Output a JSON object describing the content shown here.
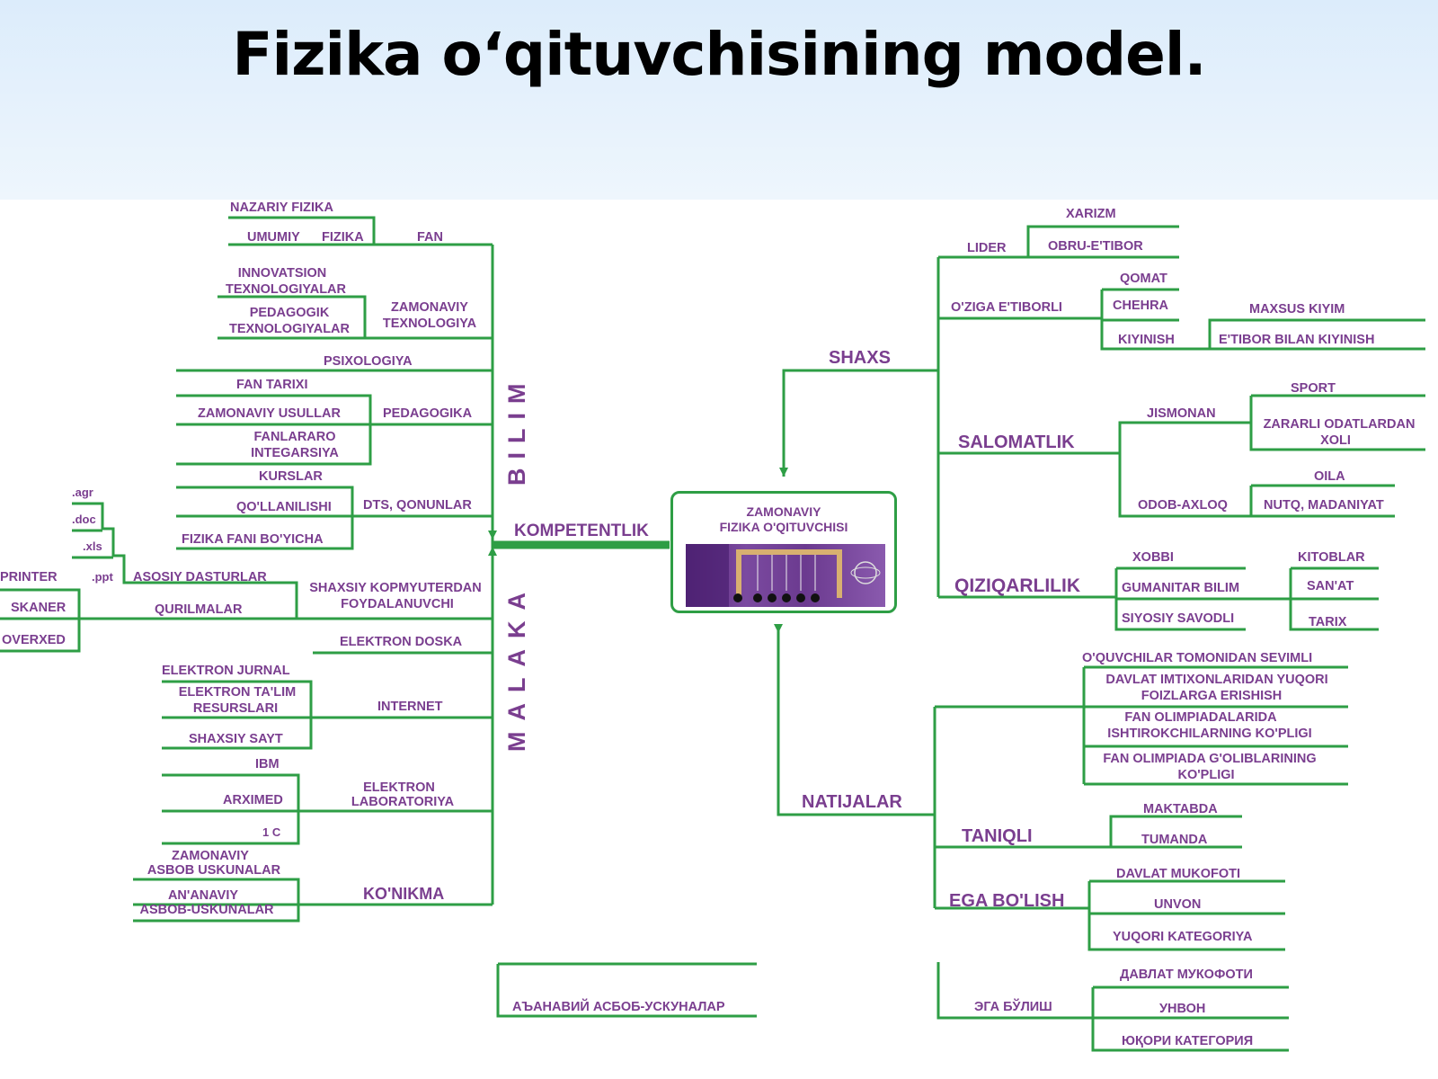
{
  "title": "Fizika o‘qituvchisining model.",
  "center": {
    "line1": "ZAMONAVIY",
    "line2": "FIZIKA O'QITUVCHISI"
  },
  "branches": {
    "kompetentlik": "KOMPETENTLIK",
    "bilim": "BILIM",
    "malaka": "MALAKA",
    "shaxs": "SHAXS",
    "natijalar": "NATIJALAR"
  },
  "left": {
    "nazariy": "NAZARIY FIZIKA",
    "umumiy1": "UMUMIY",
    "umumiy2": "FIZIKA",
    "fan": "FAN",
    "innov1": "INNOVATSION",
    "innov2": "TEXNOLOGIYALAR",
    "pedtex1": "PEDAGOGIK",
    "pedtex2": "TEXNOLOGIYALAR",
    "zamtex1": "ZAMONAVIY",
    "zamtex2": "TEXNOLOGIYA",
    "psixologiya": "PSIXOLOGIYA",
    "fantarixi": "FAN TARIXI",
    "zamusul": "ZAMONAVIY  USULLAR",
    "pedagogika": "PEDAGOGIKA",
    "fanararo1": "FANLARARO",
    "fanararo2": "INTEGARSIYA",
    "kurslar": "KURSLAR",
    "qollanilishi": "QO'LLANILISHI",
    "dts": "DTS, QONUNLAR",
    "fizikafani": "FIZIKA FANI BO'YICHA",
    "agr": ".agr",
    "doc": ".doc",
    "xls": ".xls",
    "ppt": ".ppt",
    "printer": "PRINTER",
    "skaner": "SKANER",
    "overxed": "OVERXED",
    "asosiy": "ASOSIY DASTURLAR",
    "qurilmalar": "QURILMALAR",
    "shaxsiy1": "SHAXSIY KOPMYUTERDAN",
    "shaxsiy2": "FOYDALANUVCHI",
    "edoska": "ELEKTRON DOSKA",
    "ejurnal": "ELEKTRON JURNAL",
    "etalim1": "ELEKTRON TA'LIM",
    "etalim2": "RESURSLARI",
    "internet": "INTERNET",
    "sayt": "SHAXSIY SAYT",
    "ibm": "IBM",
    "arximed": "ARXIMED",
    "onec": "1 C",
    "elab1": "ELEKTRON",
    "elab2": "LABORATORIYA",
    "zamasbob1": "ZAMONAVIY",
    "zamasbob2": "ASBOB USKUNALAR",
    "anasbob1": "AN'ANAVIY",
    "anasbob2": "ASBOB-USKUNALAR",
    "konikma": "KO'NIKMA",
    "cyr_asbob": "АЪАНАВИЙ АСБОБ-УСКУНАЛАР"
  },
  "right": {
    "xarizm": "XARIZM",
    "lider": "LIDER",
    "obru": "OBRU-E'TIBOR",
    "qomat": "QOMAT",
    "ozigae": "O'ZIGA E'TIBORLI",
    "chehra": "CHEHRA",
    "maxsus": "MAXSUS KIYIM",
    "kiyinish": "KIYINISH",
    "etibor": "E'TIBOR BILAN KIYINISH",
    "sport": "SPORT",
    "jismonan": "JISMONAN",
    "zararli1": "ZARARLI ODATLARDAN",
    "zararli2": "XOLI",
    "salomatlik": "SALOMATLIK",
    "oila": "OILA",
    "odob": "ODOB-AXLOQ",
    "nutq": "NUTQ, MADANIYAT",
    "xobbi": "XOBBI",
    "kitoblar": "KITOBLAR",
    "qiziqarlilik": "QIZIQARLILIK",
    "gumanitar": "GUMANITAR BILIM",
    "sanat": "SAN'AT",
    "siyosiy": "SIYOSIY SAVODLI",
    "tarix": "TARIX",
    "oquvchi": "O'QUVCHILAR TOMONIDAN SEVIMLI",
    "davlatim1": "DAVLAT IMTIXONLARIDAN YUQORI",
    "davlatim2": "FOIZLARGA ERISHISH",
    "olimp1a": "FAN OLIMPIADALARIDA",
    "olimp1b": "ISHTIROKCHILARNING KO'PLIGI",
    "olimp2a": "FAN OLIMPIADA G'OLIBLARINING",
    "olimp2b": "KO'PLIGI",
    "maktabda": "MAKTABDA",
    "taniqli": "TANIQLI",
    "tumanda": "TUMANDA",
    "davlatmuk": "DAVLAT MUKOFOTI",
    "egabolish": "EGA BO'LISH",
    "unvon": "UNVON",
    "yuqori": "YUQORI KATEGORIYA",
    "cyr_davlat": "ДАВЛАТ МУКОФОТИ",
    "cyr_ega": "ЭГА БЎЛИШ",
    "cyr_unvon": "УНВОН",
    "cyr_yuqori": "ЮҚОРИ КАТЕГОРИЯ"
  },
  "colors": {
    "line": "#2e9e45",
    "text": "#7a3e8f",
    "header": "#e4f0fc"
  }
}
